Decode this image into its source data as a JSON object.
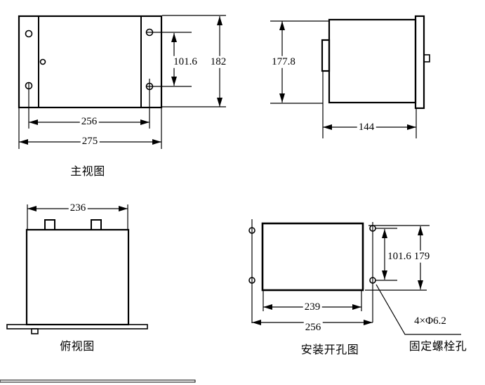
{
  "page": {
    "background": "#ffffff"
  },
  "colors": {
    "line": "#000000",
    "footer_rule": "#0e7dbd"
  },
  "views": {
    "front": {
      "title": "主视图",
      "dims": {
        "hole_spacing_v": "101.6",
        "height": "182",
        "hole_spacing_h": "256",
        "width": "275"
      }
    },
    "side": {
      "dims": {
        "height": "177.8",
        "depth": "144"
      }
    },
    "top": {
      "title": "俯视图",
      "dims": {
        "width": "236"
      }
    },
    "cutout": {
      "title": "安装开孔图",
      "dims": {
        "hole_spacing_v": "101.6",
        "height": "179",
        "cutout_width": "239",
        "hole_spacing_h": "256"
      },
      "callout": "4×Φ6.2",
      "callout_label": "固定螺栓孔"
    }
  }
}
